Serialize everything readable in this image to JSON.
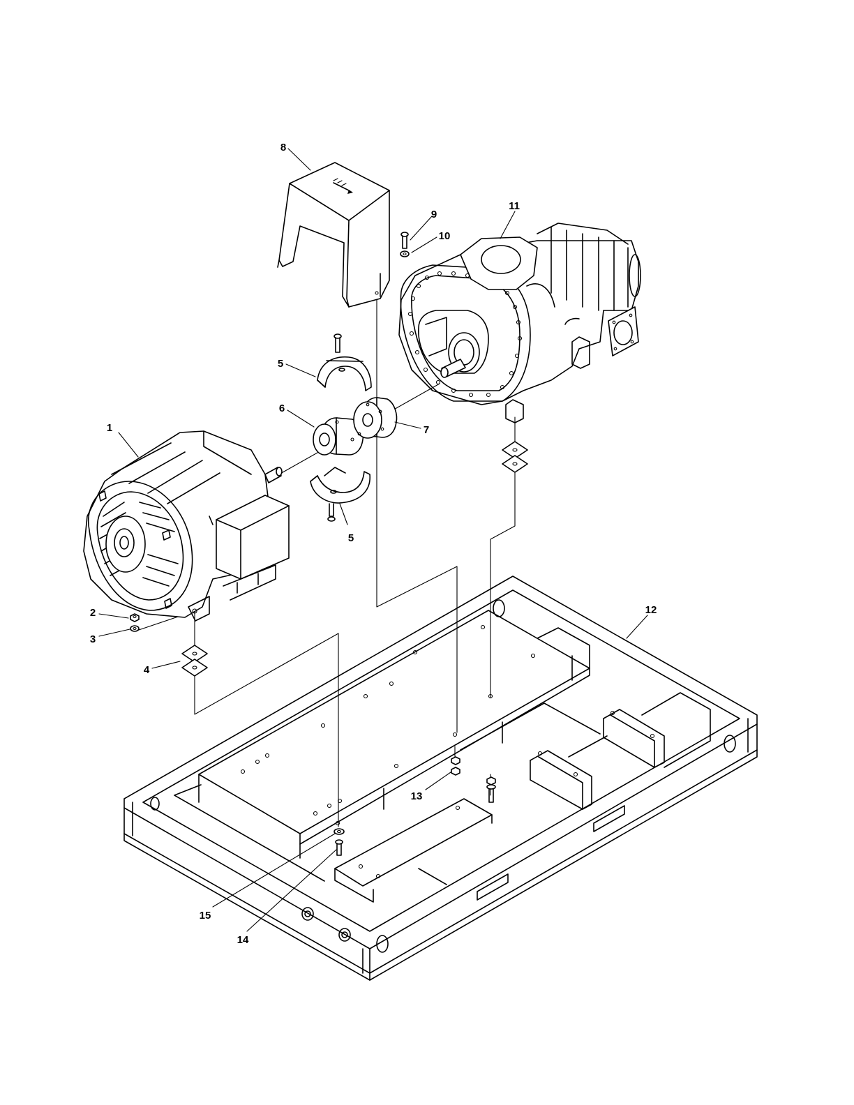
{
  "callouts": [
    {
      "id": "1",
      "text": "1"
    },
    {
      "id": "2",
      "text": "2"
    },
    {
      "id": "3",
      "text": "3"
    },
    {
      "id": "4",
      "text": "4"
    },
    {
      "id": "5a",
      "text": "5"
    },
    {
      "id": "5b",
      "text": "5"
    },
    {
      "id": "6",
      "text": "6"
    },
    {
      "id": "7",
      "text": "7"
    },
    {
      "id": "8",
      "text": "8"
    },
    {
      "id": "9",
      "text": "9"
    },
    {
      "id": "10",
      "text": "10"
    },
    {
      "id": "11",
      "text": "11"
    },
    {
      "id": "12",
      "text": "12"
    },
    {
      "id": "13",
      "text": "13"
    },
    {
      "id": "14",
      "text": "14"
    },
    {
      "id": "15",
      "text": "15"
    }
  ]
}
